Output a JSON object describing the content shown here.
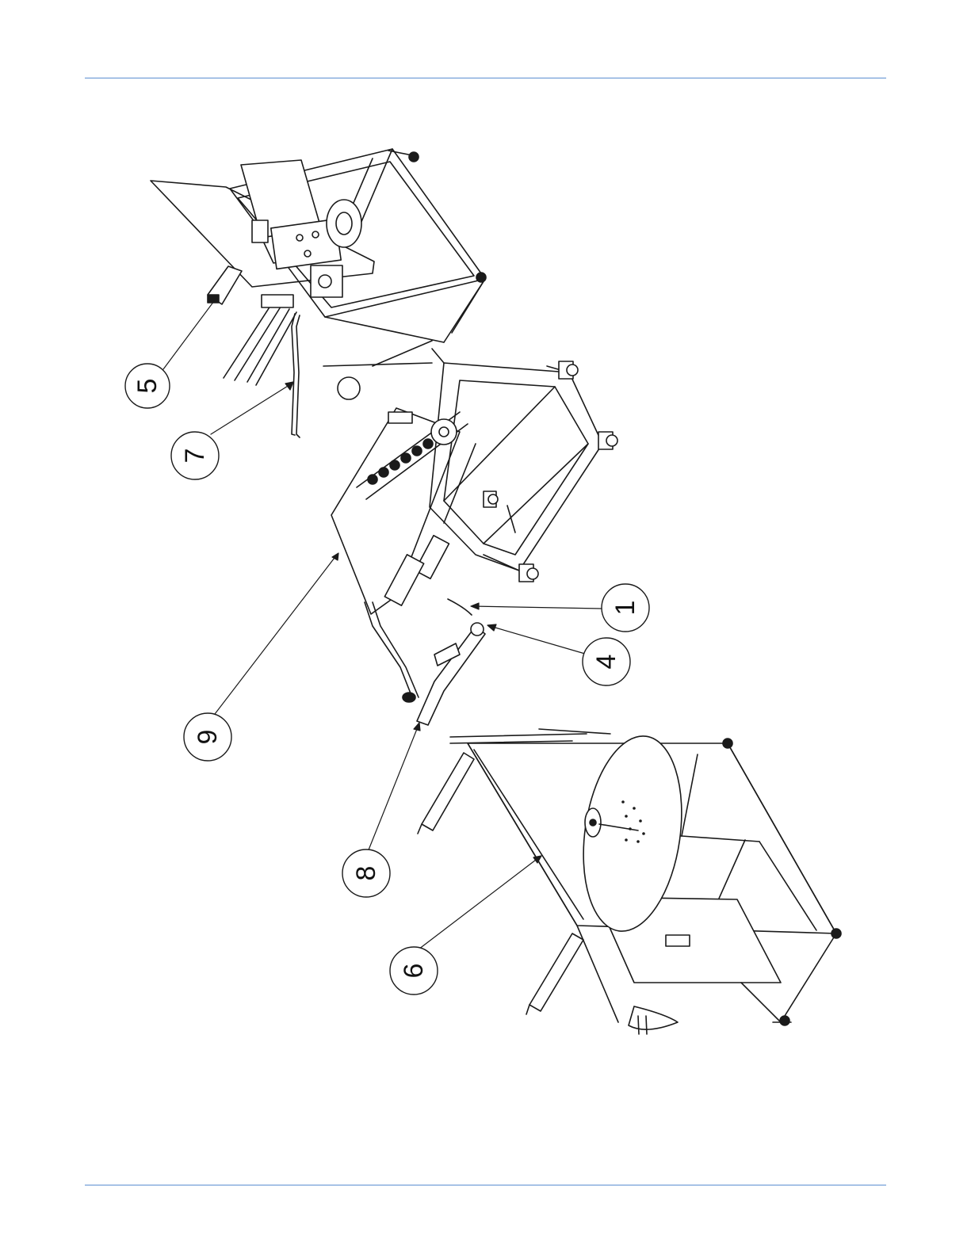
{
  "page": {
    "rule_color": "#5b8ed1",
    "line_color": "#1a1a1a"
  },
  "callouts": [
    {
      "id": "callout-5",
      "label": "5",
      "rotated": true
    },
    {
      "id": "callout-7",
      "label": "7",
      "rotated": true
    },
    {
      "id": "callout-1",
      "label": "1",
      "rotated": true
    },
    {
      "id": "callout-4",
      "label": "4",
      "rotated": true
    },
    {
      "id": "callout-9",
      "label": "9",
      "rotated": true
    },
    {
      "id": "callout-8",
      "label": "8",
      "rotated": true
    },
    {
      "id": "callout-6",
      "label": "6",
      "rotated": true
    }
  ]
}
